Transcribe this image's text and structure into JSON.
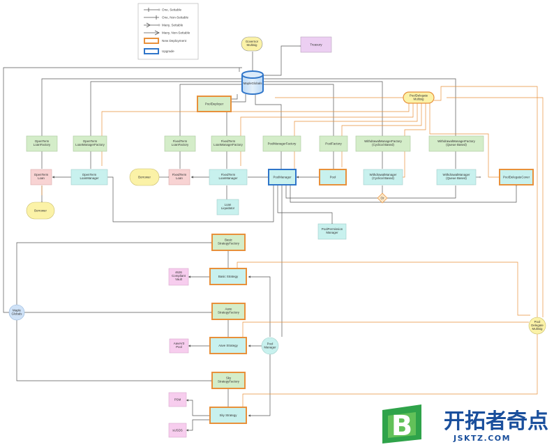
{
  "legend": {
    "one_settable": "One, Settable",
    "one_non_settable": "One, Non-Settable",
    "many_settable": "Many, Settable",
    "many_non_settable": "Many, Non-Settable",
    "new_deployment": "New Deployment",
    "upgrade": "Upgrade"
  },
  "colors": {
    "green": "#d4edc9",
    "cyan": "#c8f1ee",
    "pink_red": "#f8d3d3",
    "yellow": "#fbf2a7",
    "lavender": "#eccff2",
    "magenta": "#f7cdee",
    "orange": "#e8903a",
    "blue": "#2f75c9"
  },
  "nodes": {
    "governor_multisig": "Governor\nMultisig",
    "treasury": "Treasury",
    "maple_globals": "MapleGlobals",
    "pool_deployer": "PoolDeployer",
    "pool_delegate_multisig": "PoolDelegate\nMultisig",
    "open_term_loan_factory": "OpenTerm\nLoanFactory",
    "open_term_loan_manager_factory": "OpenTerm\nLoanManagerFactory",
    "fixed_term_loan_factory": "FixedTerm\nLoanFactory",
    "fixed_term_loan_manager_factory": "FixedTerm\nLoanManagerFactory",
    "pool_manager_factory": "PoolManagerFactory",
    "pool_factory": "PoolFactory",
    "wm_cyclical_factory": "WithdrawalManagerFactory\n(Cyclical Based)",
    "wm_queue_factory": "WithdrawalManagerFactory\n(Queue Based)",
    "open_term_loan": "OpenTerm\nLoan",
    "open_term_loan_manager": "OpenTerm\nLoanManager",
    "borrower_left": "Borrower",
    "borrower_mid": "Borrower",
    "fixed_term_loan": "FixedTerm\nLoan",
    "fixed_term_loan_manager": "FixedTerm\nLoanManager",
    "pool_manager": "PoolManager",
    "pool": "Pool",
    "wm_cyclical": "WithdrawalManager\n(Cyclical Based)",
    "wm_queue": "WithdrawalManager\n(Queue Based)",
    "pool_delegate_cover": "PoolDelegateCover",
    "or_label": "Or",
    "loan_liquidator": "Loan\nLiquidator",
    "pool_permission_manager": "PoolPermission\nManager",
    "basic_strategy_factory": "Basic\nStrategyFactory",
    "basic_strategy": "Basic Strategy",
    "erc4626_vault": "4626\nCompliant\nVault",
    "maple_globals_circle": "Maple\nGlobals",
    "aave_strategy_factory": "Aave\nStrategyFactory",
    "aave_strategy": "Aave Strategy",
    "aave_v3_pool": "AaveV3\nPool",
    "pool_manager_circle": "Pool\nManager",
    "sky_strategy_factory": "Sky\nStrategyFactory",
    "sky_strategy": "Sky Strategy",
    "psm": "PSM",
    "susds": "sUSDS",
    "pool_delegate_multisig_circle": "Pool\nDelegate\nMultisig"
  },
  "watermark": {
    "logo_letter": "B",
    "cn": "开拓者奇点",
    "en": "JSKTZ.COM"
  }
}
